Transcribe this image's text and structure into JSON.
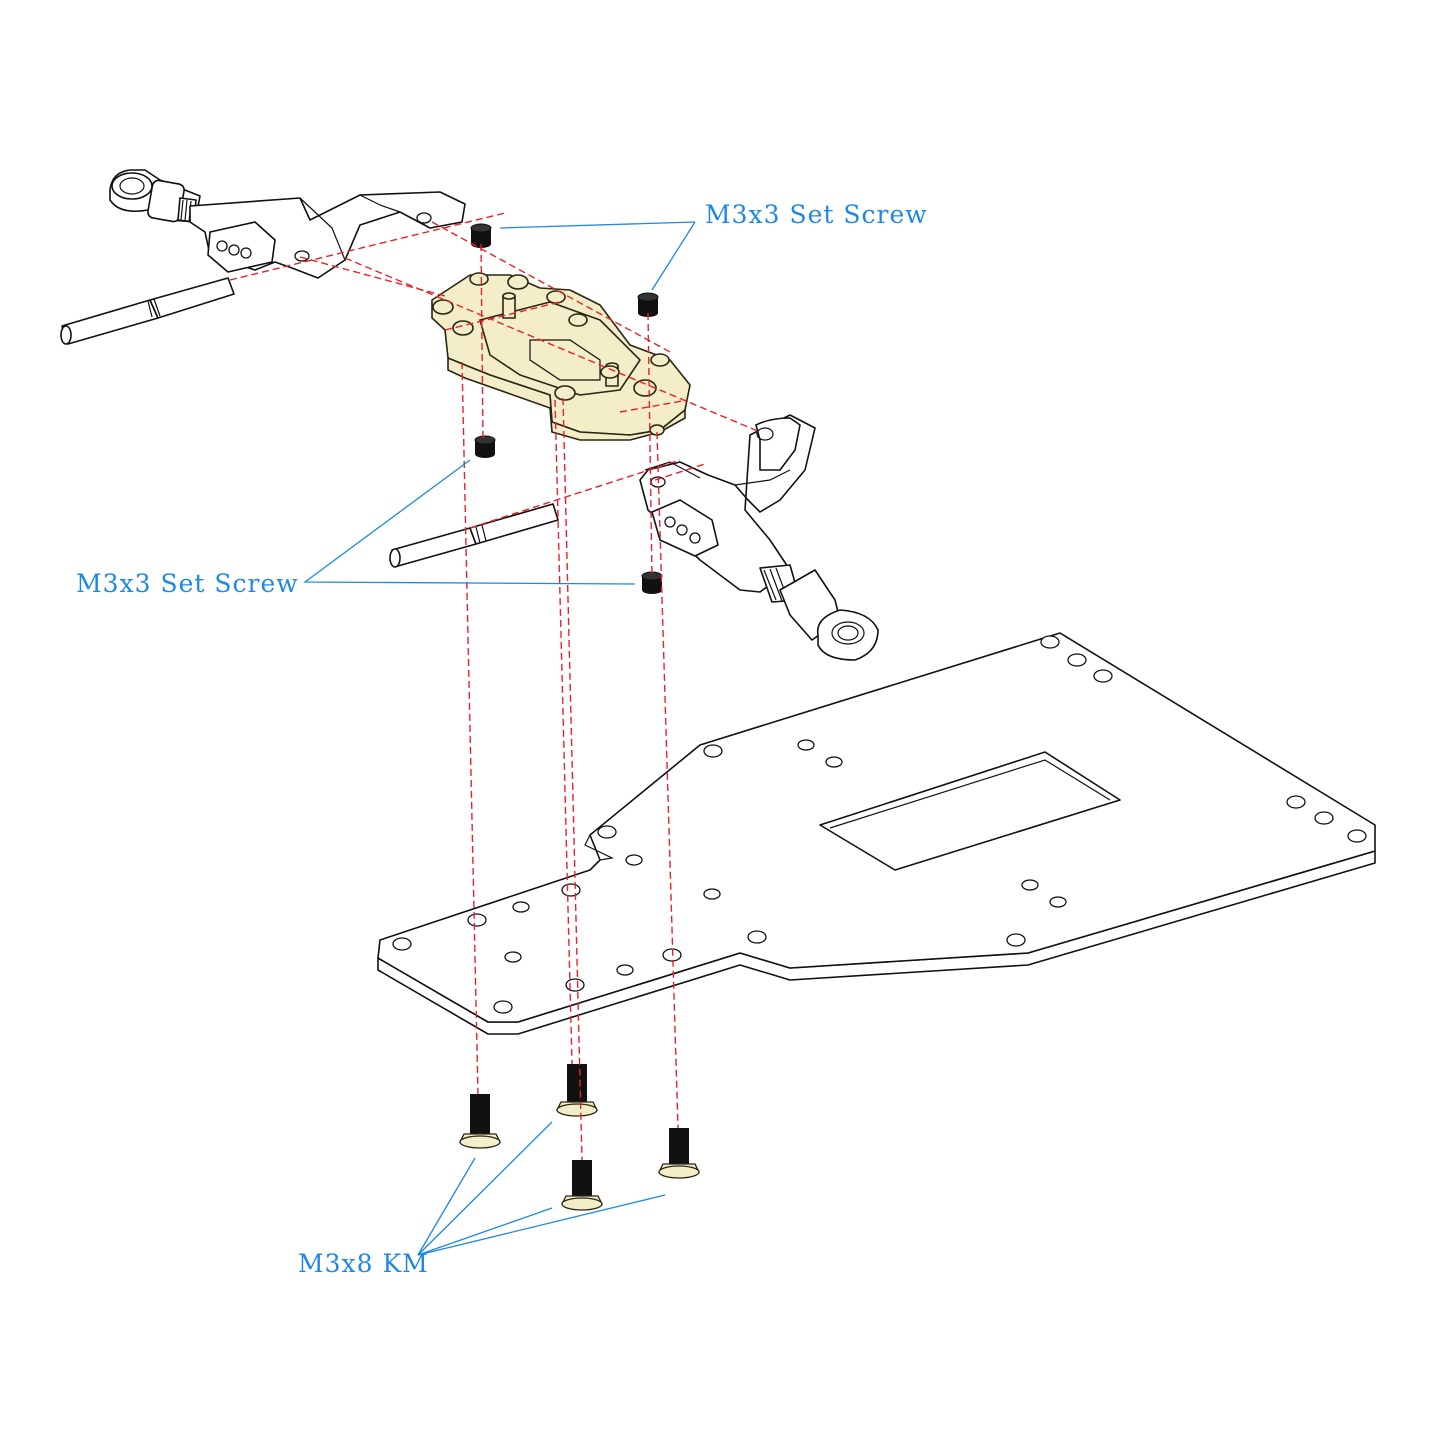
{
  "colors": {
    "label": "#1e88e5",
    "leader": "#1e88e5",
    "center_line": "#e8222a",
    "outline": "#111111",
    "brass_fill": "#f3edc8",
    "screw_black": "#111111"
  },
  "labels": {
    "set_screw_top": "M3x3 Set Screw",
    "set_screw_left": "M3x3 Set Screw",
    "flat_head_screws": "M3x8 KM"
  }
}
